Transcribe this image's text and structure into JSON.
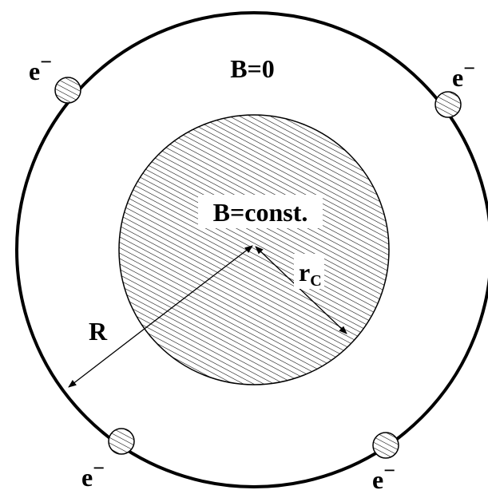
{
  "colors": {
    "ink": "#000000",
    "hatch_fill": "#d9d9d9",
    "background": "#ffffff"
  },
  "labels": {
    "outer_field": "B=0",
    "inner_field": "B=const.",
    "outer_radius": "R",
    "inner_radius_main": "r",
    "inner_radius_sub": "C",
    "electron_main": "e",
    "electron_sup": "−"
  },
  "electrons": [
    {
      "id": "top-left"
    },
    {
      "id": "top-right"
    },
    {
      "id": "bottom-left"
    },
    {
      "id": "bottom-right"
    }
  ]
}
